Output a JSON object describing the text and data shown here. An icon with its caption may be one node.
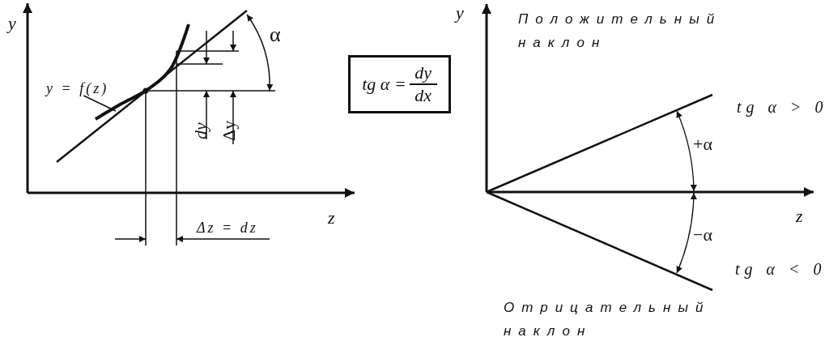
{
  "diagram": {
    "nodes": [
      {
        "text": [
          "y = f(z)"
        ]
      },
      {
        "text": [],
        "shape": "curve"
      },
      {
        "text": [
          "tg α =",
          "dy",
          "dx"
        ]
      }
    ],
    "edges": [
      {
        "from": 0,
        "to": 1,
        "arrow": "none"
      }
    ],
    "labels": [
      "y",
      "α",
      "dy",
      "Δy",
      "z",
      "Δz = dz",
      "y",
      "Положительный наклон",
      "tg α > 0",
      "+α",
      "z",
      "−α",
      "tg α < 0",
      "Отрицательный наклон"
    ]
  }
}
